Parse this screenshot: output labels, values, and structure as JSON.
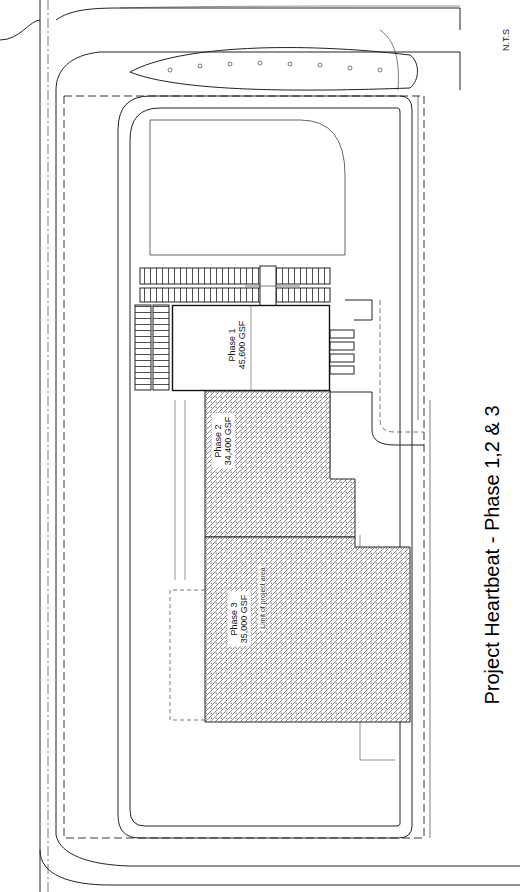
{
  "diagram": {
    "title": "Project Heartbeat - Phase 1,2 & 3",
    "nodes": [
      {
        "text": [
          "Phase 1",
          "45,600 GSF"
        ]
      },
      {
        "text": [
          "Phase 2",
          "34,400 GSF"
        ]
      },
      {
        "text": [
          "Phase 3",
          "35,000 GSF"
        ]
      }
    ],
    "labels": [
      "N.T.S",
      "Limit of project area"
    ]
  }
}
